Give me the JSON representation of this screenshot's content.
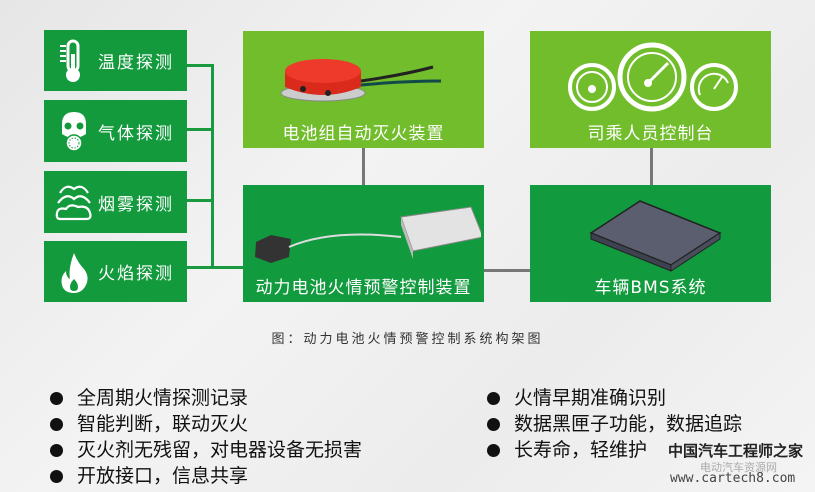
{
  "sensors": [
    {
      "icon": "thermometer-icon",
      "label": "温度探测"
    },
    {
      "icon": "gas-mask-icon",
      "label": "气体探测"
    },
    {
      "icon": "smoke-icon",
      "label": "烟雾探测"
    },
    {
      "icon": "flame-icon",
      "label": "火焰探测"
    }
  ],
  "devices": {
    "extinguisher": {
      "label": "电池组自动灭火装置",
      "icon": "extinguisher-device-icon"
    },
    "console": {
      "label": "司乘人员控制台",
      "icon": "gauges-icon"
    },
    "controller": {
      "label": "动力电池火情预警控制装置",
      "icon": "controller-box-icon"
    },
    "bms": {
      "label": "车辆BMS系统",
      "icon": "bms-module-icon"
    }
  },
  "caption": "图：动力电池火情预警控制系统构架图",
  "features_left": [
    "全周期火情探测记录",
    "智能判断，联动灭火",
    "灭火剂无残留，对电器设备无损害",
    "开放接口，信息共享"
  ],
  "features_right": [
    "火情早期准确识别",
    "数据黑匣子功能，数据追踪",
    "长寿命，轻维护"
  ],
  "watermark": {
    "title": "中国汽车工程师之家",
    "subtitle": "电动汽车资源网",
    "url": "www.cartech8.com"
  },
  "colors": {
    "dark_green": "#129a3e",
    "lime_green": "#72bd2c",
    "connector_gray": "#777777"
  }
}
